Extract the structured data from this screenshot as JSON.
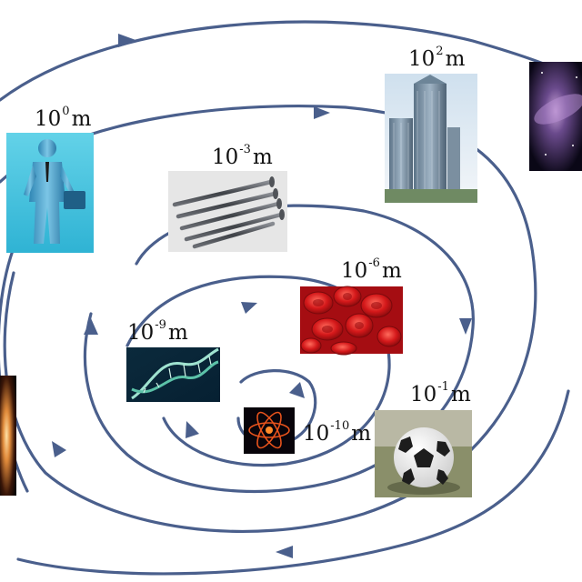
{
  "colors": {
    "spiral": "#4a5f8c",
    "text": "#111111",
    "background": "#ffffff"
  },
  "labels": {
    "building": {
      "base": "10",
      "exp": "2",
      "unit": "m"
    },
    "person": {
      "base": "10",
      "exp": "0",
      "unit": "m"
    },
    "nails": {
      "base": "10",
      "exp": "-3",
      "unit": "m"
    },
    "blood": {
      "base": "10",
      "exp": "-6",
      "unit": "m"
    },
    "dna": {
      "base": "10",
      "exp": "-9",
      "unit": "m"
    },
    "ball": {
      "base": "10",
      "exp": "-1",
      "unit": "m"
    },
    "atom": {
      "base": "10",
      "exp": "-10",
      "unit": "m"
    }
  }
}
